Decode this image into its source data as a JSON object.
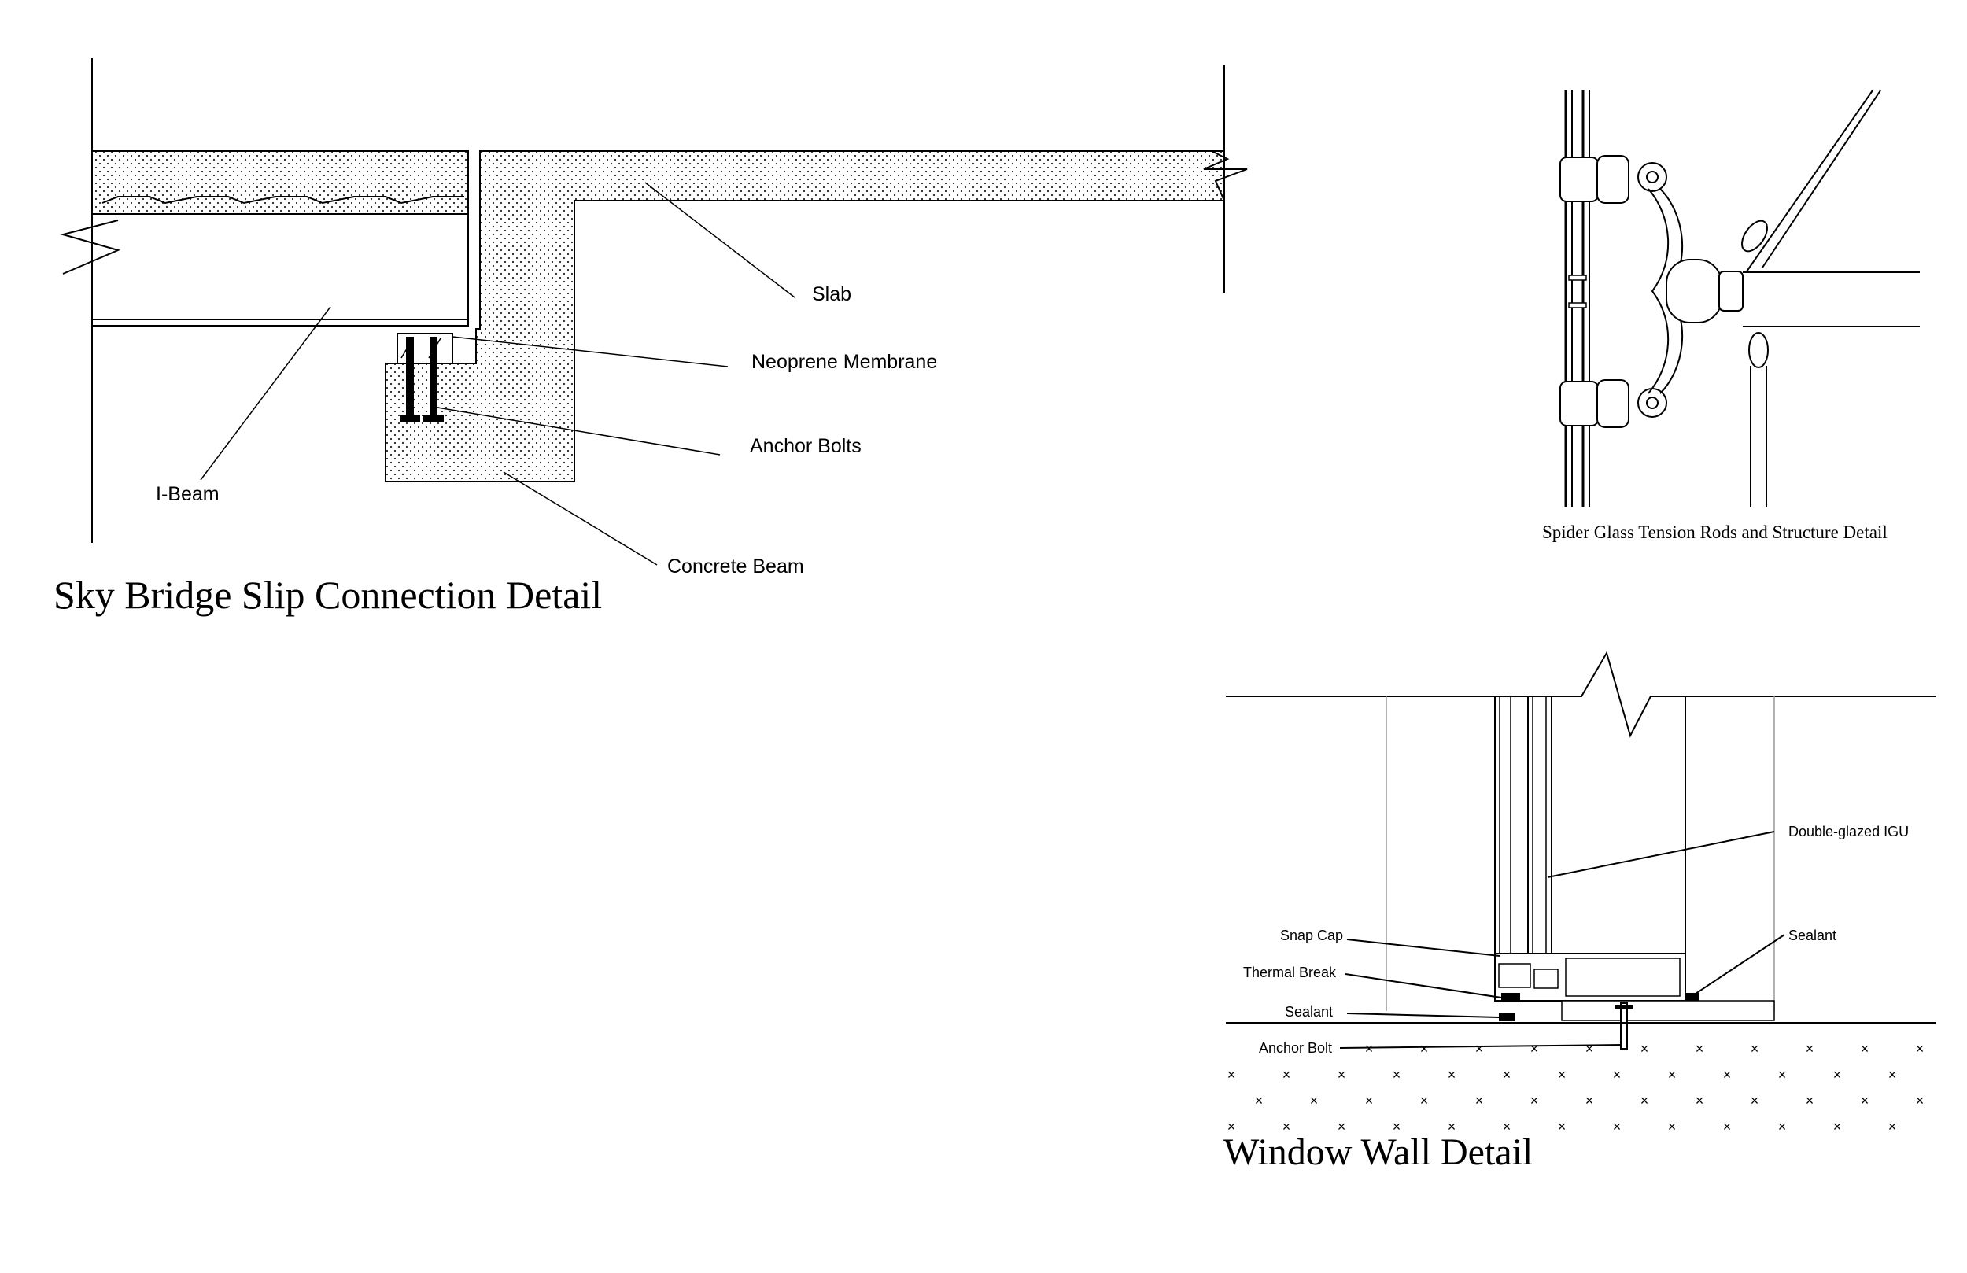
{
  "slip_detail": {
    "title": "Sky Bridge Slip Connection Detail",
    "labels": {
      "slab": "Slab",
      "neoprene": "Neoprene Membrane",
      "anchor_bolts": "Anchor Bolts",
      "ibeam": "I-Beam",
      "concrete_beam": "Concrete Beam"
    }
  },
  "spider_detail": {
    "title": "Spider Glass Tension Rods and Structure Detail"
  },
  "window_wall": {
    "title": "Window Wall Detail",
    "labels": {
      "igu": "Double-glazed IGU",
      "snap_cap": "Snap Cap",
      "sealant_right": "Sealant",
      "thermal_break": "Thermal Break",
      "sealant_left": "Sealant",
      "anchor_bolt": "Anchor Bolt"
    }
  }
}
